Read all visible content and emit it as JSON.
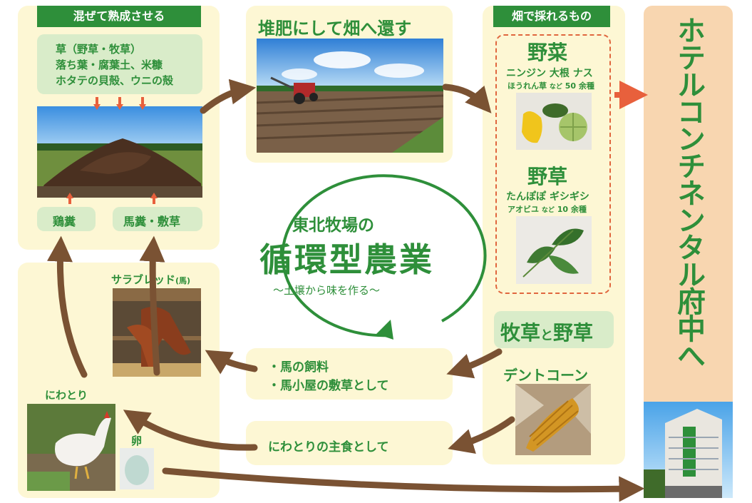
{
  "colors": {
    "green": "#2e8f3a",
    "cream": "#fdf7d4",
    "peach": "#f8d6b0",
    "arrow": "#7a5233",
    "orange_arrow": "#e8603c"
  },
  "compost": {
    "header": "混ぜて熟成させる",
    "inputs": [
      "草（野草・牧草）",
      "落ち葉・腐葉土、米糠",
      "ホタテの貝殻、ウニの殻"
    ],
    "chicken_manure": "鶏糞",
    "horse_manure": "馬糞・敷草"
  },
  "field": {
    "title": "堆肥にして畑へ還す"
  },
  "harvest": {
    "header": "畑で採れるもの",
    "vegetables": {
      "title": "野菜",
      "line1": "ニンジン 大根 ナス",
      "line2a": "ほうれん草",
      "line2b": "など",
      "line2c": "50 余種"
    },
    "wild": {
      "title": "野草",
      "line1": "たんぽぽ ギシギシ",
      "line2a": "アオビユ",
      "line2b": "など",
      "line2c": "10 余種"
    },
    "grass_title_a": "牧草",
    "grass_title_b": "と",
    "grass_title_c": "野草",
    "corn_title": "デントコーン"
  },
  "center": {
    "line1": "東北牧場の",
    "line2": "循環型農業",
    "line3": "〜土壌から味を作る〜"
  },
  "uses": {
    "horse1": "・馬の飼料",
    "horse2": "・馬小屋の敷草として",
    "chicken": "にわとりの主食として"
  },
  "animals": {
    "horse": "サラブレッド",
    "horse_sub": "(馬)",
    "chicken": "にわとり",
    "egg": "卵"
  },
  "hotel": {
    "title": "ホテルコンチネンタル府中へ"
  }
}
